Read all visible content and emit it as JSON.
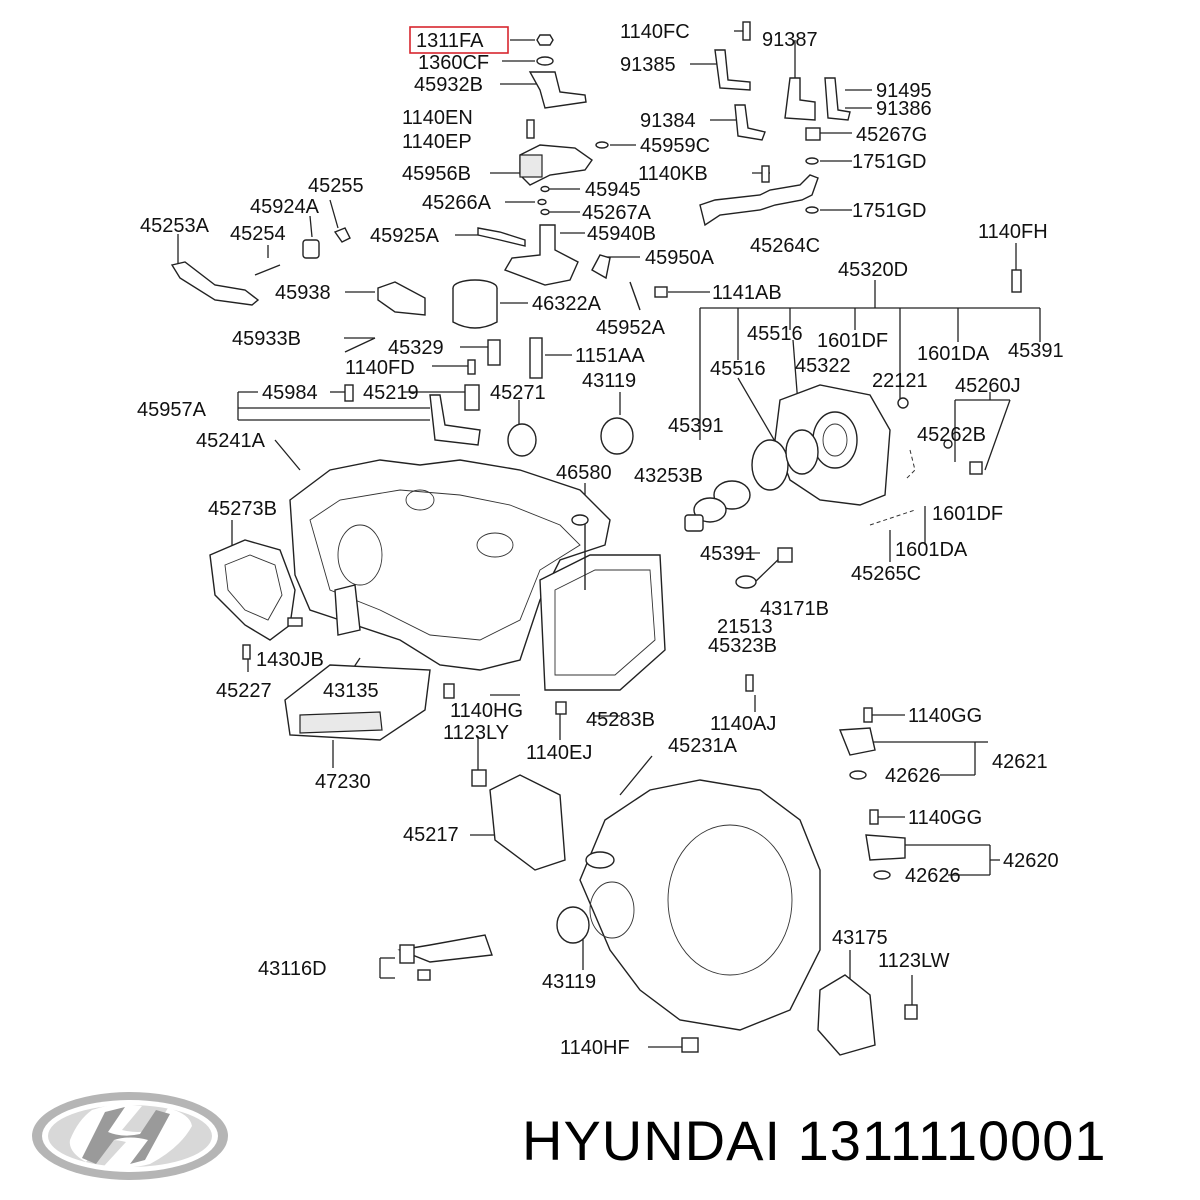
{
  "diagram": {
    "highlighted_part": "1311FA",
    "labels": [
      "1311FA",
      "1360CF",
      "45932B",
      "1140FC",
      "91387",
      "91385",
      "91495",
      "91386",
      "1140EN",
      "1140EP",
      "91384",
      "45267G",
      "45959C",
      "45956B",
      "1140KB",
      "1751GD",
      "45255",
      "45945",
      "45266A",
      "45267A",
      "1751GD",
      "45253A",
      "45924A",
      "45254",
      "45925A",
      "45940B",
      "45264C",
      "1140FH",
      "45950A",
      "45320D",
      "45938",
      "46322A",
      "1141AB",
      "45952A",
      "45516",
      "1601DF",
      "45933B",
      "45329",
      "1151AA",
      "45516",
      "45322",
      "1601DA",
      "45391",
      "1140FD",
      "43119",
      "22121",
      "45260J",
      "45957A",
      "45984",
      "45219",
      "45271",
      "45391",
      "45262B",
      "45241A",
      "46580",
      "43253B",
      "1601DF",
      "45273B",
      "45391",
      "1601DA",
      "45265C",
      "43171B",
      "21513",
      "45323B",
      "1430JB",
      "45227",
      "43135",
      "1140HG",
      "45283B",
      "1140AJ",
      "1123LY",
      "1140EJ",
      "1140GG",
      "45231A",
      "42621",
      "42626",
      "47230",
      "45217",
      "1140GG",
      "42620",
      "42626",
      "43175",
      "43116D",
      "1123LW",
      "43119",
      "1140HF"
    ]
  },
  "footer": {
    "brand": "HYUNDAI",
    "part_number": "1311110001",
    "logo_icon": "hyundai-logo-icon"
  }
}
